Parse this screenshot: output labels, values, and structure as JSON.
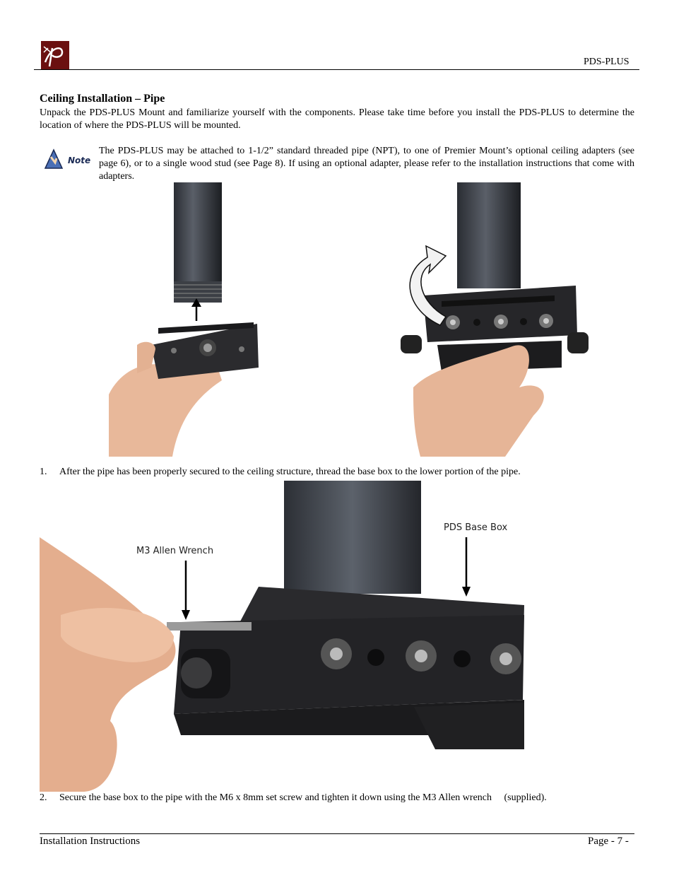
{
  "header": {
    "doc_title": "PDS-PLUS"
  },
  "section": {
    "heading": "Ceiling Installation – Pipe",
    "intro": "Unpack the PDS-PLUS Mount and familiarize yourself with the components. Please take time before you install the PDS-PLUS to determine the location of where the PDS-PLUS will be mounted.",
    "note_label": "Note",
    "note_text": "The PDS-PLUS may be attached to 1-1/2” standard threaded pipe (NPT), to one of Premier Mount’s optional ceiling adapters (see page 6), or to a single wood stud (see Page 8). If using an optional adapter, please refer to the installation instructions that come with adapters."
  },
  "steps": [
    {
      "num": "1.",
      "text": "After the pipe has been properly secured to the ceiling structure, thread the base box to the lower portion of the pipe."
    },
    {
      "num": "2.",
      "text": "Secure the base box to the pipe with the M6 x 8mm set screw and tighten it down using the M3 Allen wrench     (supplied)."
    }
  ],
  "callouts": {
    "allen": "M3 Allen Wrench",
    "basebox": "PDS Base Box"
  },
  "footer": {
    "left": "Installation Instructions",
    "right": "Page - 7 -"
  }
}
